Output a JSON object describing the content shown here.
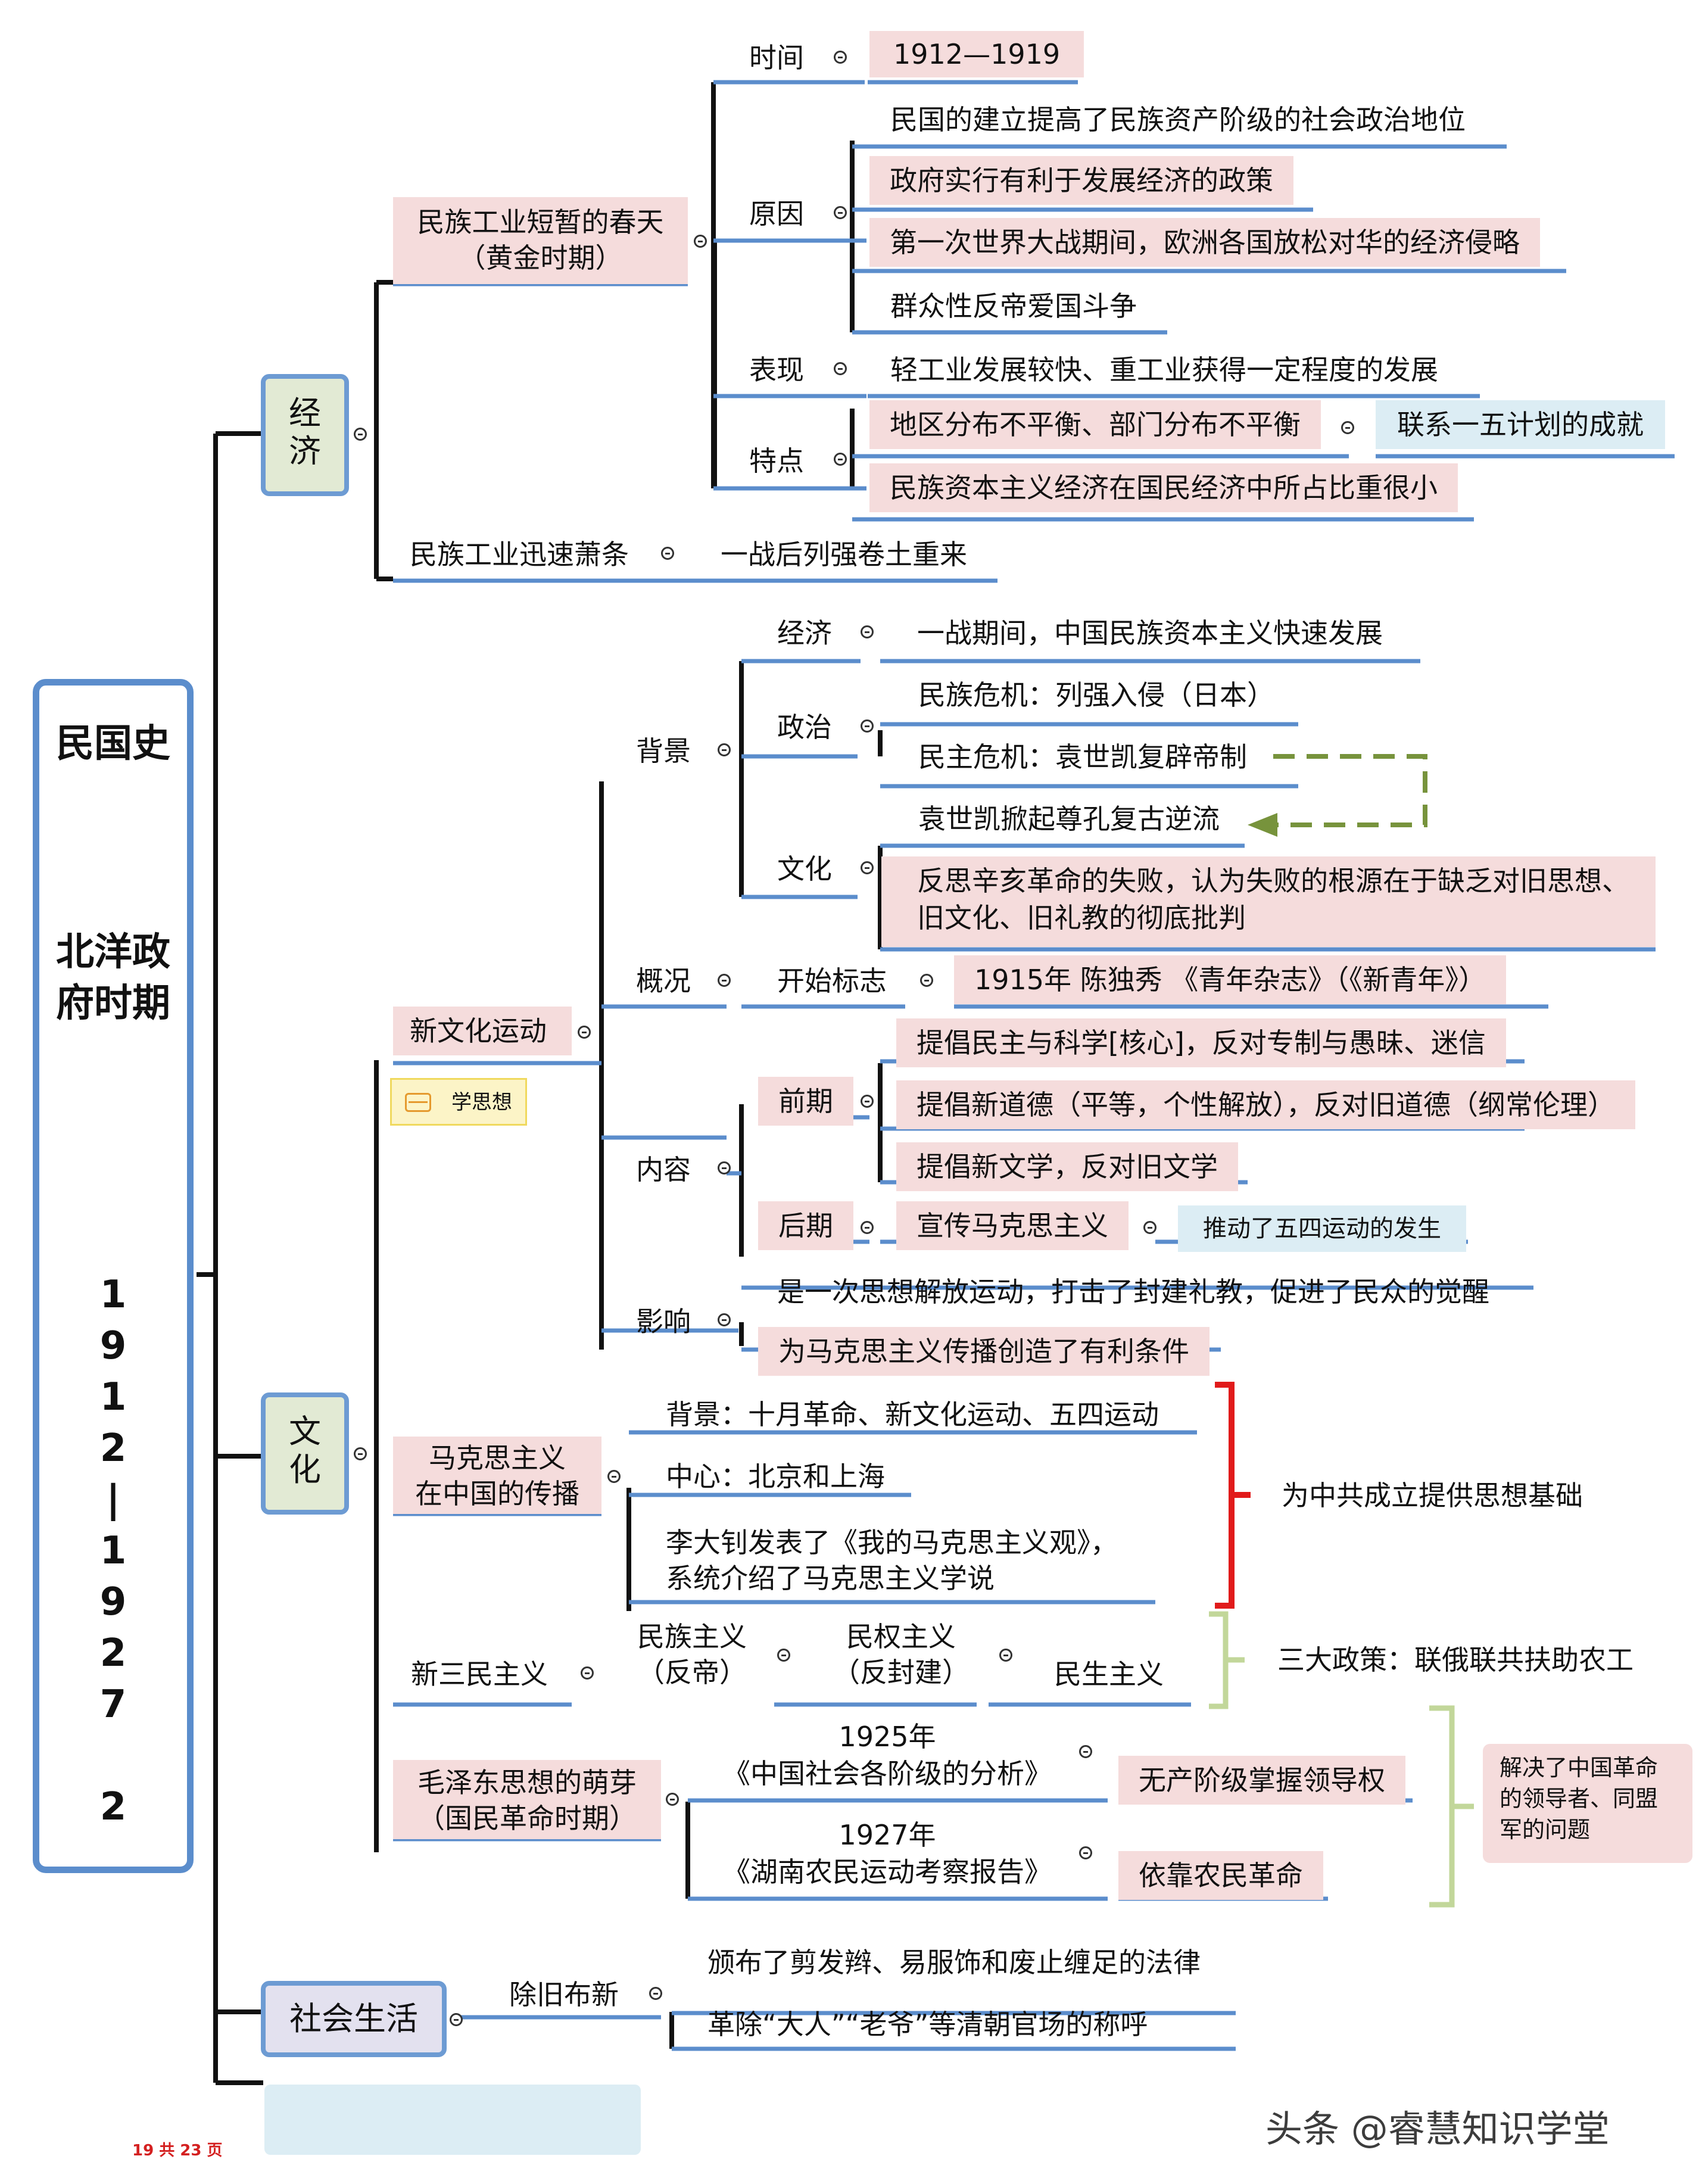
{
  "colors": {
    "accent_line": "#5b8dcc",
    "pink_node": "#f5dcdc",
    "blue_node": "#dcedf4",
    "red_bracket": "#e11b1b",
    "green_bracket": "#c2d79a",
    "dashed_arrow": "#77933c",
    "page_label": "#d42020"
  },
  "root": {
    "title": "民国史",
    "subtitle": "北洋政府时期",
    "years": [
      "1",
      "9",
      "1",
      "2",
      "|",
      "1",
      "9",
      "2",
      "7"
    ],
    "end": "2"
  },
  "economy": {
    "label_top": "经",
    "label_bottom": "济",
    "spring": {
      "line1": "民族工业短暂的春天",
      "line2": "（黄金时期）"
    },
    "time": {
      "label": "时间",
      "value": "1912—1919"
    },
    "reason": {
      "label": "原因",
      "items": [
        "民国的建立提高了民族资产阶级的社会政治地位",
        "政府实行有利于发展经济的政策",
        "第一次世界大战期间，欧洲各国放松对华的经济侵略",
        "群众性反帝爱国斗争"
      ]
    },
    "performance": {
      "label": "表现",
      "value": "轻工业发展较快、重工业获得一定程度的发展"
    },
    "feature": {
      "label": "特点",
      "items": [
        "地区分布不平衡、部门分布不平衡",
        "民族资本主义经济在国民经济中所占比重很小"
      ],
      "link": "联系一五计划的成就"
    },
    "decline": {
      "label": "民族工业迅速萧条",
      "value": "一战后列强卷土重来"
    }
  },
  "culture": {
    "label_top": "文",
    "label_bottom": "化",
    "nc": {
      "label": "新文化运动",
      "tag": "学思想",
      "background": {
        "label": "背景",
        "economy": {
          "label": "经济",
          "value": "一战期间，中国民族资本主义快速发展"
        },
        "politics": {
          "label": "政治",
          "items": [
            "民族危机：列强入侵（日本）",
            "民主危机：袁世凯复辟帝制"
          ]
        },
        "culture": {
          "label": "文化",
          "items": [
            "袁世凯掀起尊孔复古逆流",
            "反思辛亥革命的失败，认为失败的根源在于缺乏对旧思想、",
            "旧文化、旧礼教的彻底批判"
          ]
        }
      },
      "overview": {
        "label": "概况",
        "start_label": "开始标志",
        "start_value": "1915年 陈独秀 《青年杂志》（《新青年》）"
      },
      "content": {
        "label": "内容",
        "early": {
          "label": "前期",
          "items": [
            "提倡民主与科学[核心]，反对专制与愚昧、迷信",
            "提倡新道德（平等，个性解放），反对旧道德（纲常伦理）",
            "提倡新文学，反对旧文学"
          ]
        },
        "late": {
          "label": "后期",
          "item": "宣传马克思主义",
          "note": "推动了五四运动的发生"
        }
      },
      "impact": {
        "label": "影响",
        "items": [
          "是一次思想解放运动，打击了封建礼教，促进了民众的觉醒",
          "为马克思主义传播创造了有利条件"
        ]
      }
    },
    "marx": {
      "line1": "马克思主义",
      "line2": "在中国的传播",
      "items": [
        "背景：十月革命、新文化运动、五四运动",
        "中心：北京和上海",
        "李大钊发表了《我的马克思主义观》，",
        "系统介绍了马克思主义学说"
      ],
      "conclusion": "为中共成立提供思想基础"
    },
    "sanmin": {
      "label": "新三民主义",
      "n1a": "民族主义",
      "n1b": "（反帝）",
      "n2a": "民权主义",
      "n2b": "（反封建）",
      "n3": "民生主义",
      "policy": "三大政策：联俄联共扶助农工"
    },
    "mao": {
      "line1": "毛泽东思想的萌芽",
      "line2": "（国民革命时期）",
      "w1_year": "1925年",
      "w1_title": "《中国社会各阶级的分析》",
      "w1_point": "无产阶级掌握领导权",
      "w2_year": "1927年",
      "w2_title": "《湖南农民运动考察报告》",
      "w2_point": "依靠农民革命",
      "conclusion": [
        "解决了中国革命",
        "的领导者、同盟",
        "军的问题"
      ]
    }
  },
  "society": {
    "label": "社会生活",
    "sub": "除旧布新",
    "items": [
      "颁布了剪发辫、易服饰和废止缠足的法律",
      "革除“大人”“老爷”等清朝官场的称呼"
    ]
  },
  "watermark": "头条 @睿慧知识学堂",
  "page_label": "19 共 23 页"
}
